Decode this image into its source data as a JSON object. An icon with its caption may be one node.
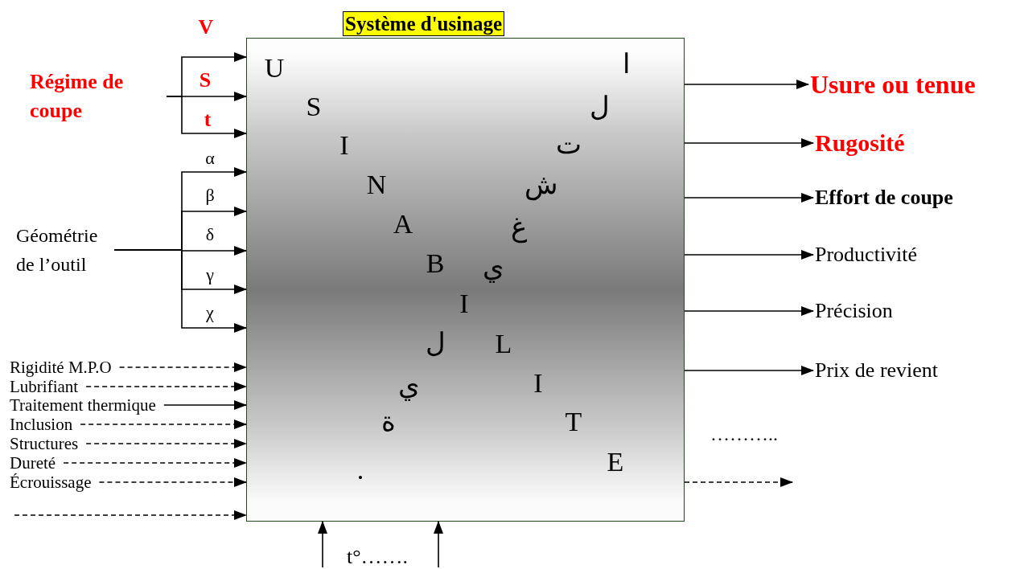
{
  "diagram": {
    "nodes": [
      {
        "text": [
          "Système d'usinage"
        ]
      },
      {
        "text": [
          "Régime de coupe"
        ]
      },
      {
        "text": [
          "Géométrie de l’outil"
        ]
      },
      {
        "text": [
          "Rigidité M.P.O"
        ]
      },
      {
        "text": [
          "Lubrifiant"
        ]
      },
      {
        "text": [
          "Traitement thermique"
        ]
      },
      {
        "text": [
          "Inclusion"
        ]
      },
      {
        "text": [
          "Structures"
        ]
      },
      {
        "text": [
          "Dureté"
        ]
      },
      {
        "text": [
          "Écrouissage"
        ]
      },
      {
        "text": [
          "Usure ou tenue"
        ]
      },
      {
        "text": [
          "Rugosité"
        ]
      },
      {
        "text": [
          "Effort de coupe"
        ]
      },
      {
        "text": [
          "Productivité"
        ]
      },
      {
        "text": [
          "Précision"
        ]
      },
      {
        "text": [
          "Prix de revient"
        ]
      }
    ],
    "edges": [
      {
        "from": 1,
        "to": 0,
        "arrow": "to",
        "label": "V"
      },
      {
        "from": 1,
        "to": 0,
        "arrow": "to",
        "label": "S"
      },
      {
        "from": 1,
        "to": 0,
        "arrow": "to",
        "label": "t"
      },
      {
        "from": 2,
        "to": 0,
        "arrow": "to",
        "label": "α"
      },
      {
        "from": 2,
        "to": 0,
        "arrow": "to",
        "label": "β"
      },
      {
        "from": 2,
        "to": 0,
        "arrow": "to",
        "label": "δ"
      },
      {
        "from": 2,
        "to": 0,
        "arrow": "to",
        "label": "γ"
      },
      {
        "from": 2,
        "to": 0,
        "arrow": "to",
        "label": "χ"
      },
      {
        "from": 3,
        "to": 0,
        "arrow": "to",
        "style": "dashed"
      },
      {
        "from": 4,
        "to": 0,
        "arrow": "to",
        "style": "dashed"
      },
      {
        "from": 5,
        "to": 0,
        "arrow": "to"
      },
      {
        "from": 6,
        "to": 0,
        "arrow": "to",
        "style": "dashed"
      },
      {
        "from": 7,
        "to": 0,
        "arrow": "to",
        "style": "dashed"
      },
      {
        "from": 8,
        "to": 0,
        "arrow": "to",
        "style": "dashed"
      },
      {
        "from": 9,
        "to": 0,
        "arrow": "to",
        "style": "dashed"
      },
      {
        "from": null,
        "to": 0,
        "arrow": "to",
        "style": "dashed"
      },
      {
        "from": 0,
        "to": 10,
        "arrow": "to"
      },
      {
        "from": 0,
        "to": 11,
        "arrow": "to"
      },
      {
        "from": 0,
        "to": 12,
        "arrow": "to"
      },
      {
        "from": 0,
        "to": 13,
        "arrow": "to"
      },
      {
        "from": 0,
        "to": 14,
        "arrow": "to"
      },
      {
        "from": 0,
        "to": 15,
        "arrow": "to"
      },
      {
        "from": 0,
        "to": null,
        "arrow": "to",
        "style": "dashed"
      },
      {
        "from": null,
        "to": 0,
        "arrow": "to"
      },
      {
        "from": null,
        "to": 0,
        "arrow": "to"
      }
    ],
    "labels": [
      "U",
      "ا",
      "S",
      "ل",
      "I",
      "ت",
      "N",
      "ش",
      "A",
      "غ",
      "B",
      "ي",
      "I",
      "ل",
      "L",
      "ي",
      "I",
      "ة",
      "T",
      ".",
      "E",
      "………..",
      "t°……."
    ]
  }
}
